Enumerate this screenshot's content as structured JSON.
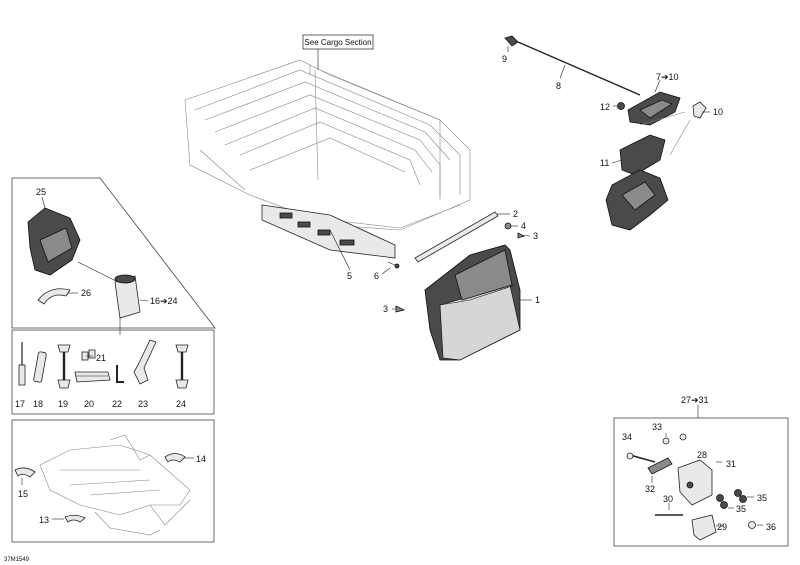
{
  "callouts": {
    "see_cargo": "See Cargo Section",
    "c9": "9",
    "c8": "8",
    "c7_10": "7➔10",
    "c12": "12",
    "c10": "10",
    "c11": "11",
    "c2": "2",
    "c4": "4",
    "c3a": "3",
    "c5": "5",
    "c6": "6",
    "c1": "1",
    "c3b": "3",
    "c25": "25",
    "c26": "26",
    "c16_24": "16➔24",
    "c17": "17",
    "c18": "18",
    "c19": "19",
    "c20": "20",
    "c21": "21",
    "c22": "22",
    "c23": "23",
    "c24": "24",
    "c14": "14",
    "c15": "15",
    "c13": "13",
    "c27_31": "27➔31",
    "c33": "33",
    "c34": "34",
    "c28": "28",
    "c31": "31",
    "c32": "32",
    "c35a": "35",
    "c35b": "35",
    "c30": "30",
    "c29": "29",
    "c36": "36"
  },
  "footer": {
    "code": "37M1549"
  }
}
